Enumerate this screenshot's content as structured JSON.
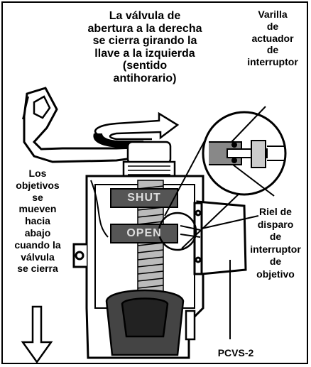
{
  "labels": {
    "top_caption": [
      "La válvula de",
      "abertura a la derecha",
      "se cierra girando la",
      "llave a la izquierda",
      "(sentido",
      "antihorario)"
    ],
    "actuator_rod": [
      "Varilla",
      "de",
      "actuador",
      "de",
      "interruptor"
    ],
    "targets_move": [
      "Los",
      "objetivos",
      "se",
      "mueven",
      "hacia",
      "abajo",
      "cuando la",
      "válvula",
      "se cierra"
    ],
    "trip_rail": [
      "Riel de",
      "disparo",
      "de",
      "interruptor",
      "de",
      "objetivo"
    ],
    "model": "PCVS-2",
    "shut": "SHUT",
    "open": "OPEN"
  }
}
